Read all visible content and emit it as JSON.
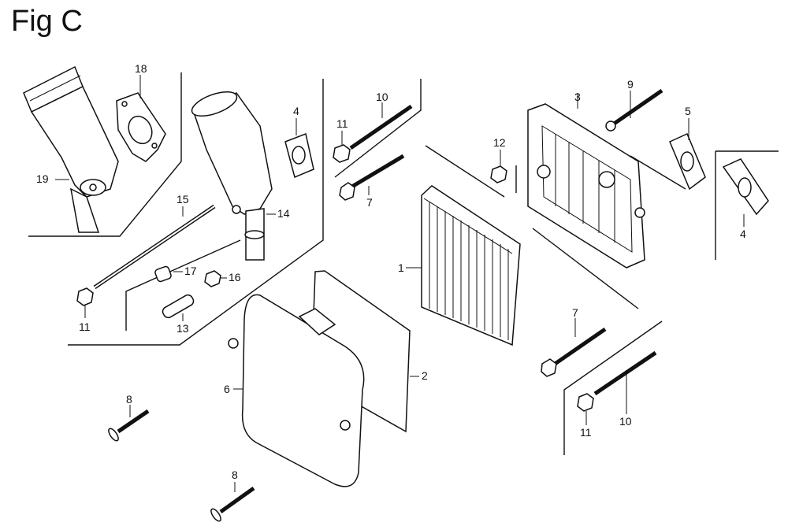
{
  "figure": {
    "title": "Fig C"
  },
  "labels": {
    "p1": "1",
    "p2": "2",
    "p3": "3",
    "p4a": "4",
    "p4b": "4",
    "p5": "5",
    "p6": "6",
    "p7a": "7",
    "p7b": "7",
    "p8a": "8",
    "p8b": "8",
    "p9": "9",
    "p10a": "10",
    "p10b": "10",
    "p11a": "11",
    "p11b": "11",
    "p11c": "11",
    "p12": "12",
    "p13": "13",
    "p14": "14",
    "p15": "15",
    "p16": "16",
    "p17": "17",
    "p18": "18",
    "p19": "19"
  }
}
